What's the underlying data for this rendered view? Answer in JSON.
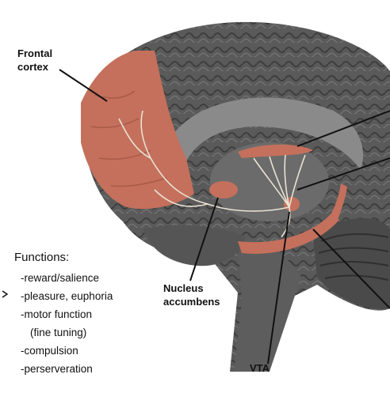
{
  "labels": {
    "frontal_cortex": [
      "Frontal",
      "cortex"
    ],
    "nucleus_accumbens": [
      "Nucleus",
      "accumbens"
    ],
    "vta": "VTA"
  },
  "functions": {
    "title": "Functions:",
    "items": [
      "-reward/salience",
      "-pleasure, euphoria",
      "-motor function",
      "(fine tuning)",
      "-compulsion",
      "-perserveration"
    ]
  },
  "colors": {
    "dopamine_region": "#c4705c",
    "brain_dark": "#4a4a4a",
    "brain_mid": "#6b6b6b",
    "brain_light": "#8a8a8a",
    "pathway": "#e9e2d4",
    "background": "#ffffff"
  }
}
